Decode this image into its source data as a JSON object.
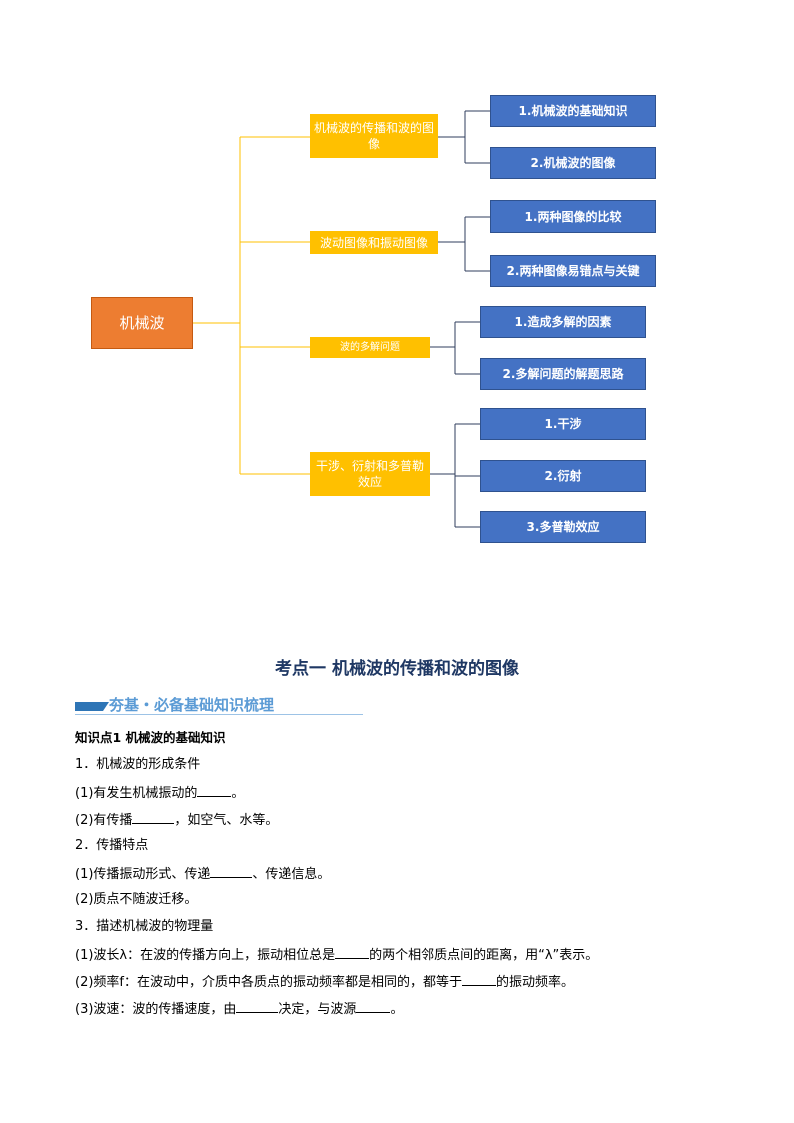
{
  "mindmap": {
    "root": "机械波",
    "branches": [
      {
        "label": "机械波的传播和波的图像",
        "children": [
          "1.机械波的基础知识",
          "2.机械波的图像"
        ]
      },
      {
        "label": "波动图像和振动图像",
        "children": [
          "1.两种图像的比较",
          "2.两种图像易错点与关键"
        ]
      },
      {
        "label": "波的多解问题",
        "children": [
          "1.造成多解的因素",
          "2.多解问题的解题思路"
        ]
      },
      {
        "label": "干涉、衍射和多普勒效应",
        "children": [
          "1.干涉",
          "2.衍射",
          "3.多普勒效应"
        ]
      }
    ]
  },
  "section": {
    "title": "考点一  机械波的传播和波的图像",
    "banner": "夯基・必备基础知识梳理"
  },
  "content": {
    "kp1": "知识点1  机械波的基础知识",
    "h1": "1．机械波的形成条件",
    "l1a": "(1)有发生机械振动的",
    "l1a_end": "。",
    "l1b": "(2)有传播",
    "l1b_end": "，如空气、水等。",
    "h2": "2．传播特点",
    "l2a": "(1)传播振动形式、传递",
    "l2a_end": "、传递信息。",
    "l2b": "(2)质点不随波迁移。",
    "h3": "3．描述机械波的物理量",
    "l3a": "(1)波长λ：在波的传播方向上，振动相位总是",
    "l3a_end": "的两个相邻质点间的距离，用“λ”表示。",
    "l3b": "(2)频率f：在波动中，介质中各质点的振动频率都是相同的，都等于",
    "l3b_end": "的振动频率。",
    "l3c": "(3)波速：波的传播速度，由",
    "l3c_mid": "决定，与波源",
    "l3c_end": "。"
  },
  "colors": {
    "root": "#ed7d31",
    "level1": "#ffc000",
    "level2": "#4472c4",
    "title": "#1f3864",
    "banner": "#5b9bd5"
  }
}
